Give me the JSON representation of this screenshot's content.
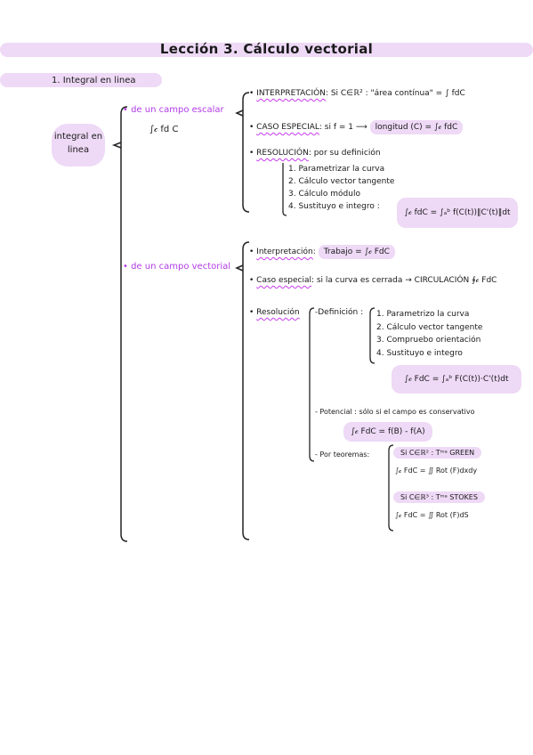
{
  "title": "Lección 3. Cálculo vectorial",
  "section": "1. Integral en linea",
  "root_label": [
    "integral en",
    "linea"
  ],
  "scalar": {
    "label": "• de un campo escalar",
    "formula": "∫𝒸 fd C",
    "interp_prefix": "• ",
    "interp_term": "INTERPRETACIÓN",
    "interp_rest": ": Si C∈ℝ² : \"área contínua\" = ∫ fdC",
    "special_prefix": "• ",
    "special_term": "CASO ESPECIAL",
    "special_rest": ": si f = 1 ⟶",
    "special_result": "longitud (C) = ∫𝒸 fdC",
    "resol_prefix": "• ",
    "resol_term": "RESOLUCIÓN",
    "resol_rest": ": por su definición",
    "steps": [
      "1. Parametrizar la curva",
      "2. Cálculo vector tangente",
      "3. Cálculo módulo",
      "4. Sustituyo e integro :"
    ],
    "final_formula": "∫𝒸 fdC = ∫ₐᵇ f(C(t))‖C'(t)‖dt"
  },
  "vector": {
    "label": "• de un campo vectorial",
    "interp_prefix": "• ",
    "interp_term": "Interpretación",
    "interp_rest": ":",
    "interp_result": "Trabajo = ∫𝒸 FdC",
    "special_prefix": "• ",
    "special_term": "Caso especial",
    "special_rest": ": si la curva es cerrada → CIRCULACIÓN ∮𝒸 FdC",
    "resol_prefix": "• ",
    "resol_term": "Resolución",
    "def_label": "-Definición :",
    "steps": [
      "1. Parametrizo la curva",
      "2. Cálculo vector tangente",
      "3. Compruebo orientación",
      "4. Sustituyo e integro"
    ],
    "def_formula": "∫𝒸 FdC = ∫ₐᵇ F(C(t))·C'(t)dt",
    "potential_label": "- Potencial : sólo si el campo es conservativo",
    "potential_formula": "∫𝒸 FdC = f(B) - f(A)",
    "theorems_label": "- Por teoremas:",
    "green_label": "Si C∈ℝ² : Tᵐᵃ GREEN",
    "green_formula": "∫𝒸 FdC = ∬ Rot (F)dxdy",
    "stokes_label": "Si C∈ℝ³ : Tᵐᵃ STOKES",
    "stokes_formula": "∫𝒸 FdC = ∬ Rot (F)dS"
  }
}
